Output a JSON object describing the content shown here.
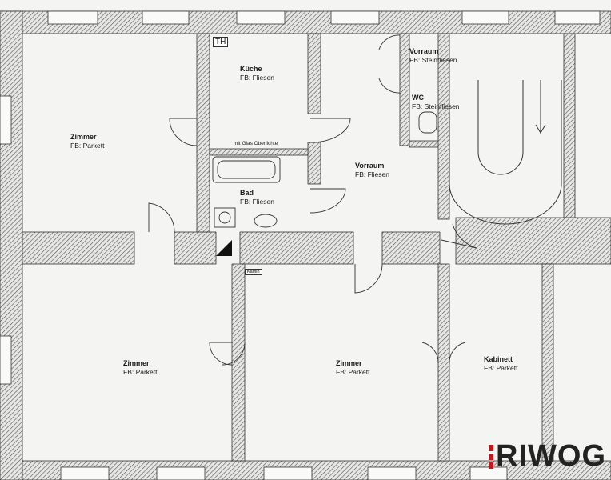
{
  "rooms": {
    "zimmer_nw": {
      "name": "Zimmer",
      "floor": "FB: Parkett"
    },
    "kueche": {
      "name": "Küche",
      "floor": "FB: Fliesen"
    },
    "vorraum_top": {
      "name": "Vorraum",
      "floor": "FB: Steinfliesen"
    },
    "wc": {
      "name": "WC",
      "floor": "FB: Steinfliesen"
    },
    "vorraum_center": {
      "name": "Vorraum",
      "floor": "FB: Fliesen"
    },
    "bad": {
      "name": "Bad",
      "floor": "FB: Fliesen"
    },
    "zimmer_sw": {
      "name": "Zimmer",
      "floor": "FB: Parkett"
    },
    "zimmer_s": {
      "name": "Zimmer",
      "floor": "FB: Parkett"
    },
    "kabinett": {
      "name": "Kabinett",
      "floor": "FB: Parkett"
    }
  },
  "notes": {
    "glass": "mit Glas Oberlichte",
    "th": "TH",
    "kamin": "Kamin"
  },
  "logo": {
    "text": "RIWOG"
  },
  "colors": {
    "wall": "#3a3a3a",
    "paper": "#f4f4f2",
    "brand_red": "#c4141c"
  }
}
